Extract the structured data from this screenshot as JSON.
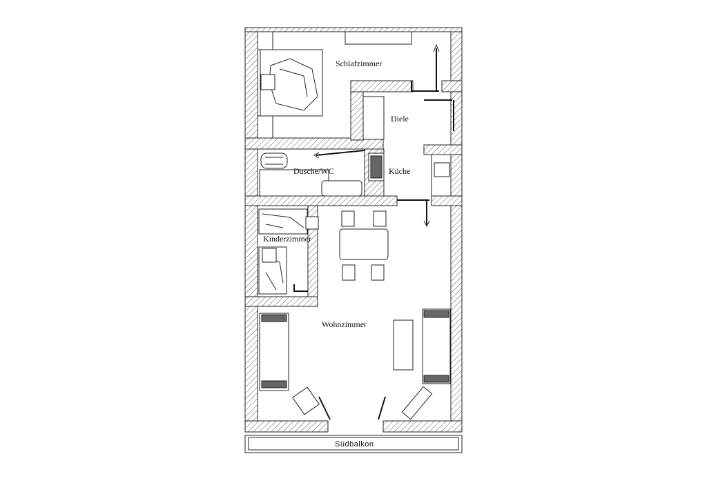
{
  "floorplan": {
    "rooms": {
      "schlafzimmer": "Schlafzimmer",
      "diele": "Diele",
      "dusche_wc": "Dusche/WC",
      "kueche": "Küche",
      "kinderzimmer": "Kinderzimmer",
      "wohnzimmer": "Wohnzimmer",
      "suedbalkon": "Südbalkon"
    },
    "colors": {
      "line": "#222222",
      "background": "#ffffff",
      "accent_dark": "#666666"
    }
  }
}
